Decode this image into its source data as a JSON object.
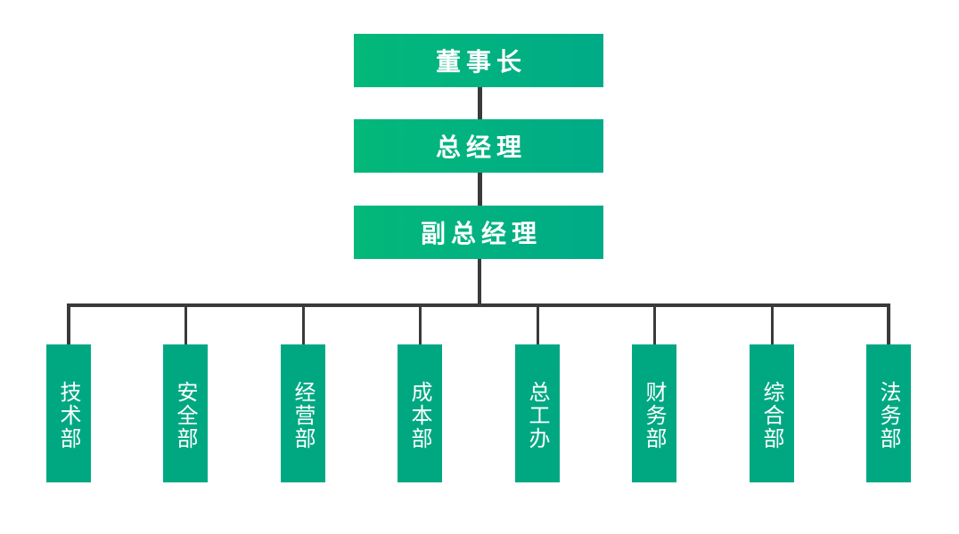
{
  "colors": {
    "top_gradient_start": "#03b879",
    "top_gradient_end": "#00ab87",
    "dept_fill": "#00a882",
    "connector": "#3a3a3a"
  },
  "levels": [
    {
      "label": "董事长"
    },
    {
      "label": "总经理"
    },
    {
      "label": "副总经理"
    }
  ],
  "departments": [
    {
      "label": "技术部"
    },
    {
      "label": "安全部"
    },
    {
      "label": "经营部"
    },
    {
      "label": "成本部"
    },
    {
      "label": "总工办"
    },
    {
      "label": "财务部"
    },
    {
      "label": "综合部"
    },
    {
      "label": "法务部"
    }
  ]
}
